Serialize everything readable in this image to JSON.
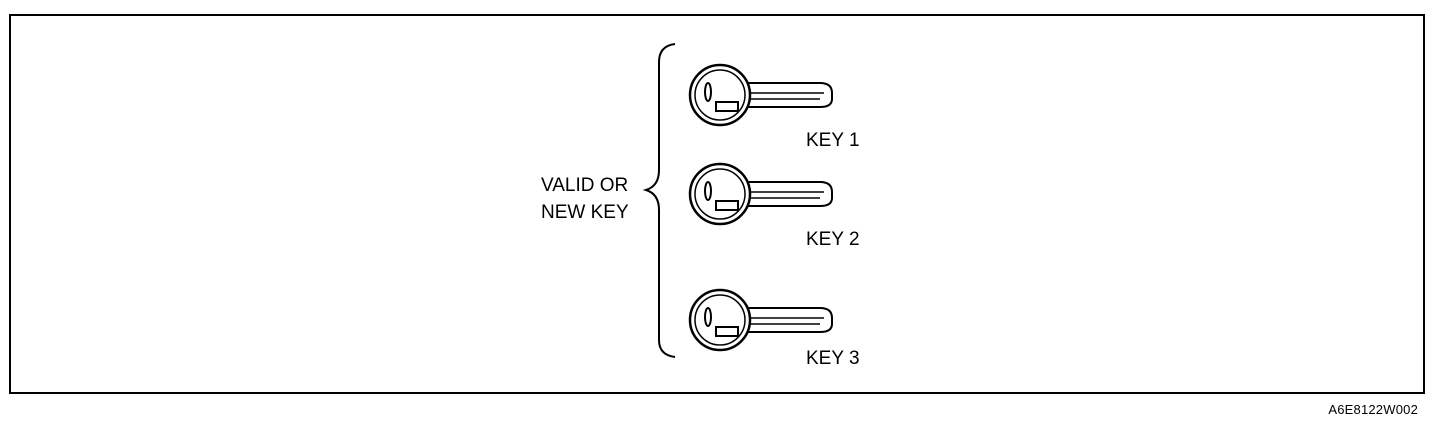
{
  "group_label": {
    "line1": "VALID OR",
    "line2": "NEW KEY"
  },
  "keys": [
    {
      "label": "KEY 1"
    },
    {
      "label": "KEY 2"
    },
    {
      "label": "KEY 3"
    }
  ],
  "figure_code": "A6E8122W002",
  "colors": {
    "stroke": "#000000",
    "background": "#ffffff"
  }
}
